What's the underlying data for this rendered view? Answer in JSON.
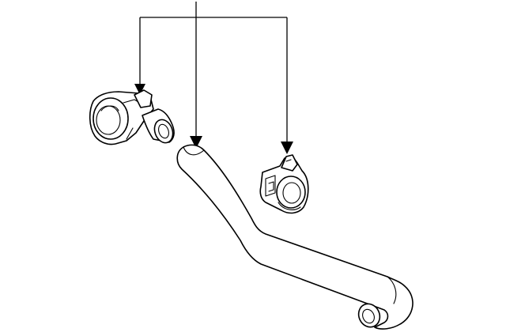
{
  "diagram": {
    "parts": [
      {
        "id": "elbow-connector",
        "icon": "elbow-fitting-icon"
      },
      {
        "id": "breather-hose",
        "icon": "hose-icon"
      },
      {
        "id": "hose-clip",
        "icon": "clip-icon"
      }
    ],
    "callouts": [],
    "colors": {
      "line": "#000000",
      "background": "#ffffff"
    }
  }
}
